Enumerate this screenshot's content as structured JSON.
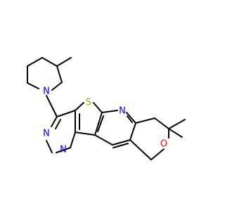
{
  "molecule": {
    "atoms": {
      "s1": "S",
      "n_py": "N",
      "n_pip": "N",
      "n_pym1": "N",
      "n_pym2": "N",
      "o1": "O"
    },
    "colors": {
      "nitrogen": "#0000ff",
      "sulfur": "#a8a800",
      "oxygen": "#ff0000",
      "carbon": "#000000"
    }
  }
}
